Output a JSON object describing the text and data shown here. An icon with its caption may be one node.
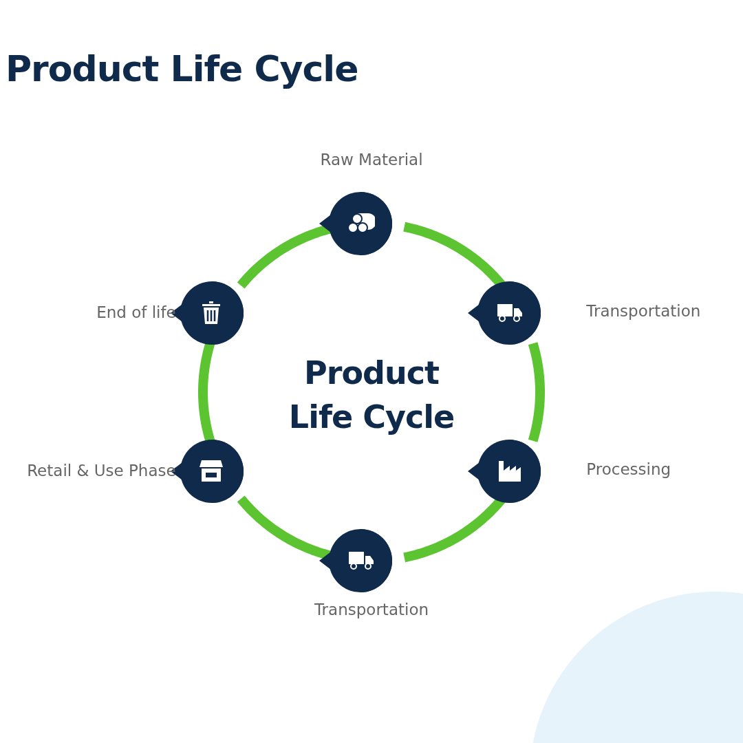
{
  "diagram": {
    "title": "Product Life Cycle",
    "nodes": [
      {
        "text": [],
        "shape": "picture",
        "beside": [
          "Raw Material"
        ]
      },
      {
        "text": [],
        "shape": "picture",
        "beside": [
          "Transportation"
        ]
      },
      {
        "text": [],
        "shape": "picture",
        "beside": [
          "Processing"
        ]
      },
      {
        "text": [],
        "shape": "picture",
        "beside": [
          "Transportation"
        ]
      },
      {
        "text": [],
        "shape": "picture",
        "beside": [
          "Retail & Use Phase"
        ]
      },
      {
        "text": [],
        "shape": "picture",
        "beside": [
          "End of life"
        ]
      }
    ],
    "edges": [
      {
        "from": 0,
        "to": 1,
        "arrow": "none"
      },
      {
        "from": 1,
        "to": 2,
        "arrow": "none"
      },
      {
        "from": 2,
        "to": 3,
        "arrow": "none"
      },
      {
        "from": 3,
        "to": 4,
        "arrow": "none"
      },
      {
        "from": 4,
        "to": 5,
        "arrow": "none"
      },
      {
        "from": 5,
        "to": 0,
        "arrow": "none"
      }
    ],
    "labels": [
      "Product Life Cycle"
    ]
  }
}
